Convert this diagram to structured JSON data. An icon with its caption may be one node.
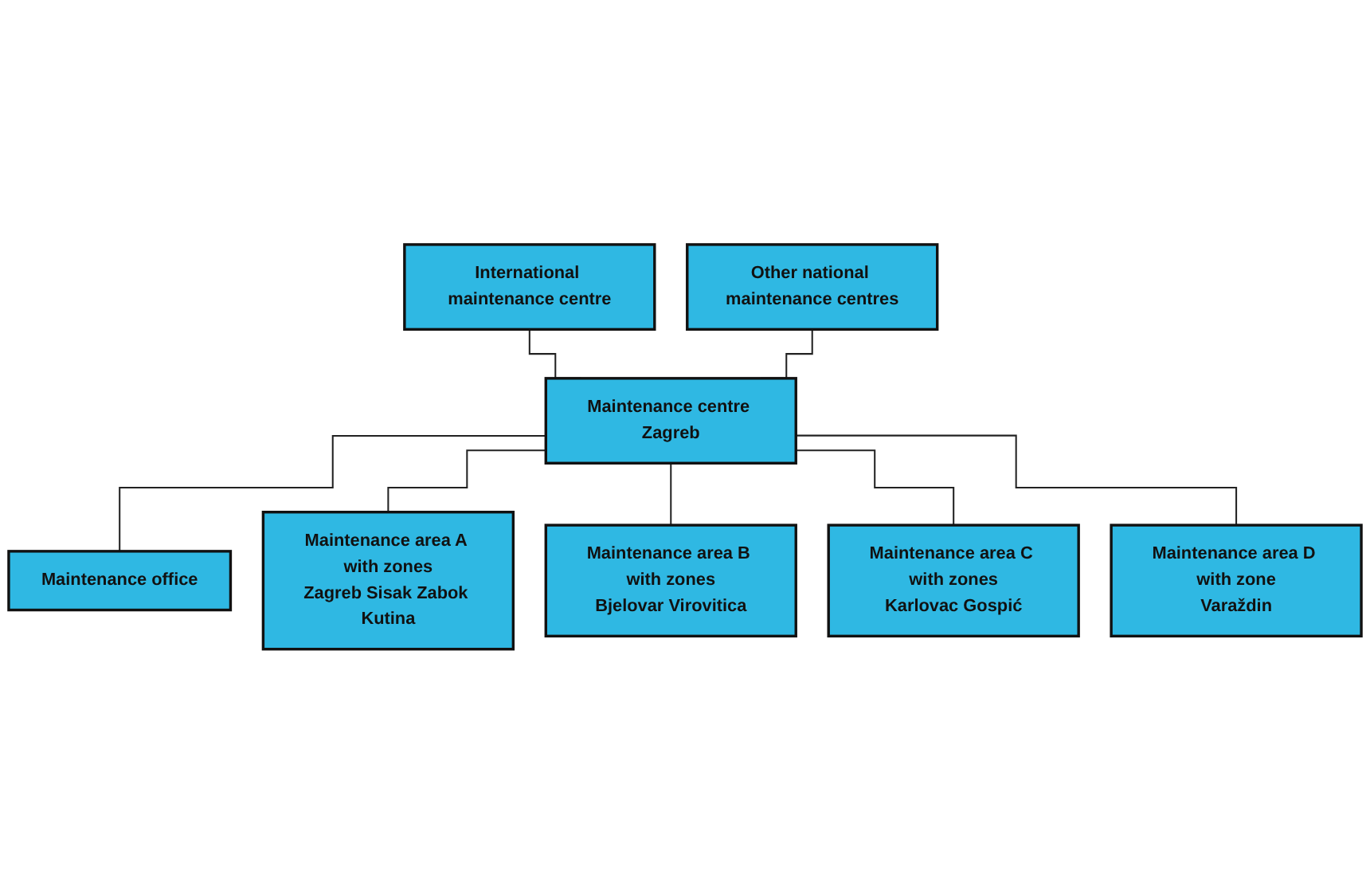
{
  "diagram": {
    "nodes": [
      {
        "text": [
          "International maintenance centre"
        ]
      },
      {
        "text": [
          "Other national maintenance centres"
        ]
      },
      {
        "text": [
          "Maintenance centre Zagreb"
        ]
      },
      {
        "text": [
          "Maintenance office"
        ]
      },
      {
        "text": [
          "Maintenance area A with zones",
          "Zagreb Sisak Zabok Kutina"
        ]
      },
      {
        "text": [
          "Maintenance area B with zones",
          "Bjelovar Virovitica"
        ]
      },
      {
        "text": [
          "Maintenance area C with zones",
          "Karlovac Gospić"
        ]
      },
      {
        "text": [
          "Maintenance area D with zone",
          "Varaždin"
        ]
      }
    ],
    "edges": [
      {
        "from": 0,
        "to": 2,
        "arrow": "none"
      },
      {
        "from": 1,
        "to": 2,
        "arrow": "none"
      },
      {
        "from": 2,
        "to": 3,
        "arrow": "none"
      },
      {
        "from": 2,
        "to": 4,
        "arrow": "none"
      },
      {
        "from": 2,
        "to": 5,
        "arrow": "none"
      },
      {
        "from": 2,
        "to": 6,
        "arrow": "none"
      },
      {
        "from": 2,
        "to": 7,
        "arrow": "none"
      }
    ]
  }
}
